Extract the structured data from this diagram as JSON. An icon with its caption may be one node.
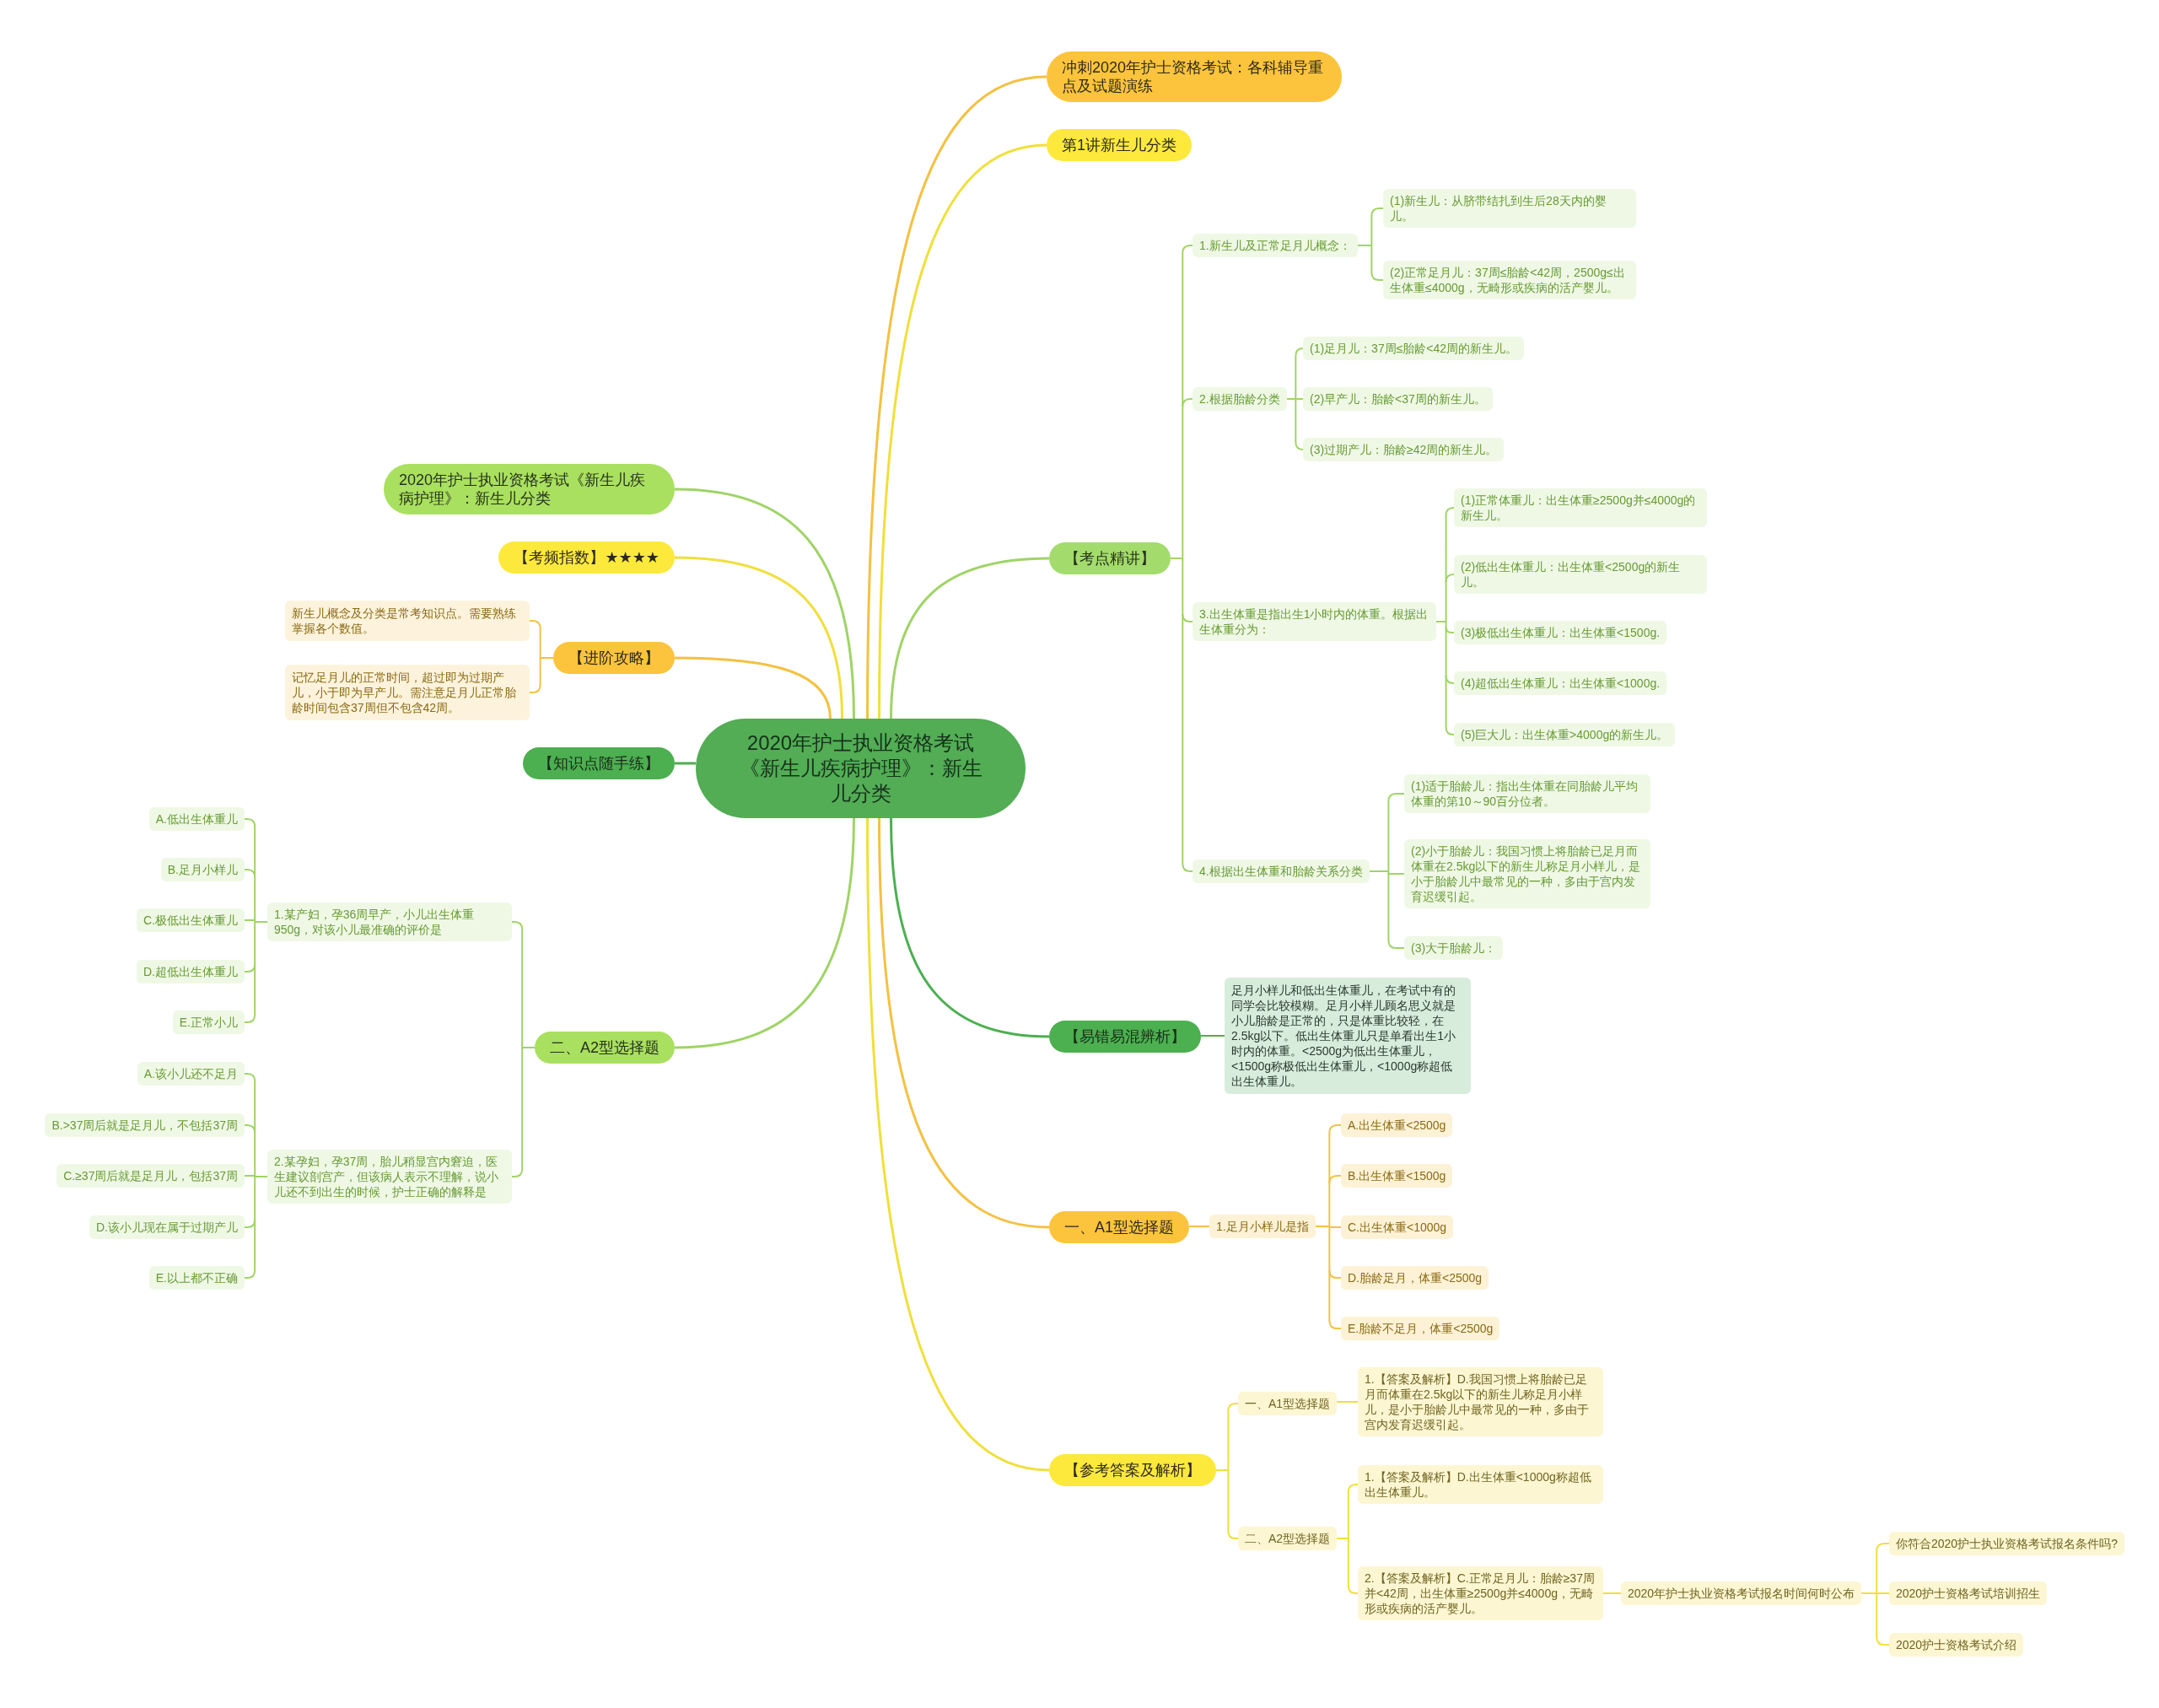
{
  "diagram": {
    "nodes": [
      {
        "text": [
          "2020年护士执业资格考试《新生儿疾病护理》：新生儿分类"
        ]
      },
      {
        "text": [
          "冲刺2020年护士资格考试：各科辅导重点及试题演练"
        ]
      },
      {
        "text": [
          "第1讲新生儿分类"
        ]
      },
      {
        "text": [
          "【考点精讲】"
        ]
      },
      {
        "text": [
          "1.新生儿及正常足月儿概念："
        ]
      },
      {
        "text": [
          "(1)新生儿：从脐带结扎到生后28天内的婴儿。"
        ]
      },
      {
        "text": [
          "(2)正常足月儿：37周≤胎龄<42周，2500g≤出生体重≤4000g，无畸形或疾病的活产婴儿。"
        ]
      },
      {
        "text": [
          "2.根据胎龄分类"
        ]
      },
      {
        "text": [
          "(1)足月儿：37周≤胎龄<42周的新生儿。"
        ]
      },
      {
        "text": [
          "(2)早产儿：胎龄<37周的新生儿。"
        ]
      },
      {
        "text": [
          "(3)过期产儿：胎龄≥42周的新生儿。"
        ]
      },
      {
        "text": [
          "3.出生体重是指出生1小时内的体重。根据出生体重分为："
        ]
      },
      {
        "text": [
          "(1)正常体重儿：出生体重≥2500g并≤4000g的新生儿。"
        ]
      },
      {
        "text": [
          "(2)低出生体重儿：出生体重<2500g的新生儿。"
        ]
      },
      {
        "text": [
          "(3)极低出生体重儿：出生体重<1500g."
        ]
      },
      {
        "text": [
          "(4)超低出生体重儿：出生体重<1000g."
        ]
      },
      {
        "text": [
          "(5)巨大儿：出生体重>4000g的新生儿。"
        ]
      },
      {
        "text": [
          "4.根据出生体重和胎龄关系分类"
        ]
      },
      {
        "text": [
          "(1)适于胎龄儿：指出生体重在同胎龄儿平均体重的第10～90百分位者。"
        ]
      },
      {
        "text": [
          "(2)小于胎龄儿：我国习惯上将胎龄已足月而体重在2.5kg以下的新生儿称足月小样儿，是小于胎龄儿中最常见的一种，多由于宫内发育迟缓引起。"
        ]
      },
      {
        "text": [
          "(3)大于胎龄儿："
        ]
      },
      {
        "text": [
          "【易错易混辨析】"
        ]
      },
      {
        "text": [
          "足月小样儿和低出生体重儿，在考试中有的同学会比较模糊。足月小样儿顾名思义就是小儿胎龄是正常的，只是体重比较轻，在2.5kg以下。低出生体重儿只是单看出生1小时内的体重。<2500g为低出生体重儿，<1500g称极低出生体重儿，<1000g称超低出生体重儿。"
        ]
      },
      {
        "text": [
          "一、A1型选择题"
        ]
      },
      {
        "text": [
          "1.足月小样儿是指"
        ]
      },
      {
        "text": [
          "A.出生体重<2500g"
        ]
      },
      {
        "text": [
          "B.出生体重<1500g"
        ]
      },
      {
        "text": [
          "C.出生体重<1000g"
        ]
      },
      {
        "text": [
          "D.胎龄足月，体重<2500g"
        ]
      },
      {
        "text": [
          "E.胎龄不足月，体重<2500g"
        ]
      },
      {
        "text": [
          "【参考答案及解析】"
        ]
      },
      {
        "text": [
          "一、A1型选择题"
        ]
      },
      {
        "text": [
          "1.【答案及解析】D.我国习惯上将胎龄已足月而体重在2.5kg以下的新生儿称足月小样儿，是小于胎龄儿中最常见的一种，多由于宫内发育迟缓引起。"
        ]
      },
      {
        "text": [
          "二、A2型选择题"
        ]
      },
      {
        "text": [
          "1.【答案及解析】D.出生体重<1000g称超低出生体重儿。"
        ]
      },
      {
        "text": [
          "2.【答案及解析】C.正常足月儿：胎龄≥37周并<42周，出生体重≥2500g并≤4000g，无畸形或疾病的活产婴儿。"
        ]
      },
      {
        "text": [
          "2020年护士执业资格考试报名时间何时公布"
        ]
      },
      {
        "text": [
          "你符合2020护士执业资格考试报名条件吗?"
        ]
      },
      {
        "text": [
          "2020护士资格考试培训招生"
        ]
      },
      {
        "text": [
          "2020护士资格考试介绍"
        ]
      },
      {
        "text": [
          "2020年护士执业资格考试《新生儿疾病护理》：新生儿分类"
        ]
      },
      {
        "text": [
          "【考频指数】★★★★"
        ]
      },
      {
        "text": [
          "【进阶攻略】"
        ]
      },
      {
        "text": [
          "新生儿概念及分类是常考知识点。需要熟练掌握各个数值。"
        ]
      },
      {
        "text": [
          "记忆足月儿的正常时间，超过即为过期产儿，小于即为早产儿。需注意足月儿正常胎龄时间包含37周但不包含42周。"
        ]
      },
      {
        "text": [
          "【知识点随手练】"
        ]
      },
      {
        "text": [
          "二、A2型选择题"
        ]
      },
      {
        "text": [
          "1.某产妇，孕36周早产，小儿出生体重950g，对该小儿最准确的评价是"
        ]
      },
      {
        "text": [
          "A.低出生体重儿"
        ]
      },
      {
        "text": [
          "B.足月小样儿"
        ]
      },
      {
        "text": [
          "C.极低出生体重儿"
        ]
      },
      {
        "text": [
          "D.超低出生体重儿"
        ]
      },
      {
        "text": [
          "E.正常小儿"
        ]
      },
      {
        "text": [
          "2.某孕妇，孕37周，胎儿稍显宫内窘迫，医生建议剖宫产，但该病人表示不理解，说小儿还不到出生的时候，护士正确的解释是"
        ]
      },
      {
        "text": [
          "A.该小儿还不足月"
        ]
      },
      {
        "text": [
          "B.>37周后就是足月儿，不包括37周"
        ]
      },
      {
        "text": [
          "C.≥37周后就是足月儿，包括37周"
        ]
      },
      {
        "text": [
          "D.该小儿现在属于过期产儿"
        ]
      },
      {
        "text": [
          "E.以上都不正确"
        ]
      }
    ],
    "edges": [
      {
        "from": 0,
        "to": 1,
        "arrow": "none",
        "color": "#f4c141"
      },
      {
        "from": 0,
        "to": 2,
        "arrow": "none",
        "color": "#f1df3a"
      },
      {
        "from": 0,
        "to": 3,
        "arrow": "none"
      },
      {
        "from": 3,
        "to": 4,
        "arrow": "none"
      },
      {
        "from": 4,
        "to": 5,
        "arrow": "none"
      },
      {
        "from": 4,
        "to": 6,
        "arrow": "none"
      },
      {
        "from": 3,
        "to": 7,
        "arrow": "none"
      },
      {
        "from": 7,
        "to": 8,
        "arrow": "none"
      },
      {
        "from": 7,
        "to": 9,
        "arrow": "none"
      },
      {
        "from": 7,
        "to": 10,
        "arrow": "none"
      },
      {
        "from": 3,
        "to": 11,
        "arrow": "none"
      },
      {
        "from": 11,
        "to": 12,
        "arrow": "none"
      },
      {
        "from": 11,
        "to": 13,
        "arrow": "none"
      },
      {
        "from": 11,
        "to": 14,
        "arrow": "none"
      },
      {
        "from": 11,
        "to": 15,
        "arrow": "none"
      },
      {
        "from": 11,
        "to": 16,
        "arrow": "none"
      },
      {
        "from": 3,
        "to": 17,
        "arrow": "none"
      },
      {
        "from": 17,
        "to": 18,
        "arrow": "none"
      },
      {
        "from": 17,
        "to": 19,
        "arrow": "none"
      },
      {
        "from": 17,
        "to": 20,
        "arrow": "none"
      },
      {
        "from": 0,
        "to": 21,
        "arrow": "none",
        "color": "#4caf50"
      },
      {
        "from": 21,
        "to": 22,
        "arrow": "none",
        "color": "#4caf50"
      },
      {
        "from": 0,
        "to": 23,
        "arrow": "none",
        "color": "#f4c141"
      },
      {
        "from": 23,
        "to": 24,
        "arrow": "none",
        "color": "#f4c141"
      },
      {
        "from": 24,
        "to": 25,
        "arrow": "none",
        "color": "#f4c141"
      },
      {
        "from": 24,
        "to": 26,
        "arrow": "none",
        "color": "#f4c141"
      },
      {
        "from": 24,
        "to": 27,
        "arrow": "none",
        "color": "#f4c141"
      },
      {
        "from": 24,
        "to": 28,
        "arrow": "none",
        "color": "#f4c141"
      },
      {
        "from": 24,
        "to": 29,
        "arrow": "none",
        "color": "#f4c141"
      },
      {
        "from": 0,
        "to": 30,
        "arrow": "none",
        "color": "#f1df3a"
      },
      {
        "from": 30,
        "to": 31,
        "arrow": "none",
        "color": "#f1df3a"
      },
      {
        "from": 31,
        "to": 32,
        "arrow": "none",
        "color": "#f1df3a"
      },
      {
        "from": 30,
        "to": 33,
        "arrow": "none",
        "color": "#f1df3a"
      },
      {
        "from": 33,
        "to": 34,
        "arrow": "none",
        "color": "#f1df3a"
      },
      {
        "from": 33,
        "to": 35,
        "arrow": "none",
        "color": "#f1df3a"
      },
      {
        "from": 35,
        "to": 36,
        "arrow": "none",
        "color": "#f1df3a"
      },
      {
        "from": 36,
        "to": 37,
        "arrow": "none",
        "color": "#f1df3a"
      },
      {
        "from": 36,
        "to": 38,
        "arrow": "none",
        "color": "#f1df3a"
      },
      {
        "from": 36,
        "to": 39,
        "arrow": "none",
        "color": "#f1df3a"
      },
      {
        "from": 0,
        "to": 40,
        "arrow": "none"
      },
      {
        "from": 0,
        "to": 41,
        "arrow": "none",
        "color": "#f1df3a"
      },
      {
        "from": 0,
        "to": 42,
        "arrow": "none",
        "color": "#f4c141"
      },
      {
        "from": 42,
        "to": 43,
        "arrow": "none",
        "color": "#f4c141"
      },
      {
        "from": 42,
        "to": 44,
        "arrow": "none",
        "color": "#f4c141"
      },
      {
        "from": 0,
        "to": 45,
        "arrow": "none",
        "color": "#4caf50"
      },
      {
        "from": 0,
        "to": 46,
        "arrow": "none"
      },
      {
        "from": 46,
        "to": 47,
        "arrow": "none"
      },
      {
        "from": 47,
        "to": 48,
        "arrow": "none"
      },
      {
        "from": 47,
        "to": 49,
        "arrow": "none"
      },
      {
        "from": 47,
        "to": 50,
        "arrow": "none"
      },
      {
        "from": 47,
        "to": 51,
        "arrow": "none"
      },
      {
        "from": 47,
        "to": 52,
        "arrow": "none"
      },
      {
        "from": 46,
        "to": 53,
        "arrow": "none"
      },
      {
        "from": 53,
        "to": 54,
        "arrow": "none"
      },
      {
        "from": 53,
        "to": 55,
        "arrow": "none"
      },
      {
        "from": 53,
        "to": 56,
        "arrow": "none"
      },
      {
        "from": 53,
        "to": 57,
        "arrow": "none"
      },
      {
        "from": 53,
        "to": 58,
        "arrow": "none"
      }
    ]
  }
}
